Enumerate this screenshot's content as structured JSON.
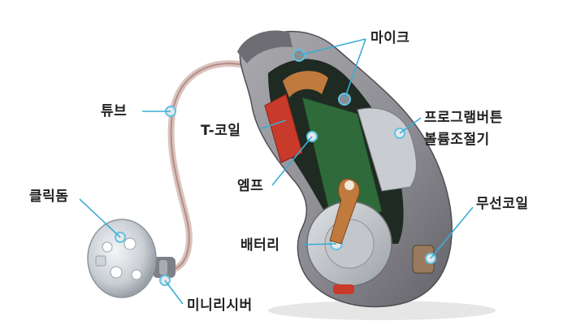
{
  "labels": {
    "mic": "마이크",
    "tube": "튜브",
    "tcoil": "T-코일",
    "program_button": "프로그램버튼",
    "volume_control": "볼륨조절기",
    "click_dome": "클릭돔",
    "amp": "엠프",
    "wireless_coil": "무선코일",
    "battery": "배터리",
    "mini_receiver": "미니리시버"
  },
  "colors": {
    "leader_line": "#3aaed6",
    "marker": "#5fc3e4",
    "shell": "#8e8e93",
    "shell_dark": "#5a5a60",
    "internal": "#1f2a22",
    "circuit": "#2f6b3a",
    "copper": "#c07a3e",
    "coil_red": "#c83a2a",
    "tube": "#d9c4bf"
  }
}
